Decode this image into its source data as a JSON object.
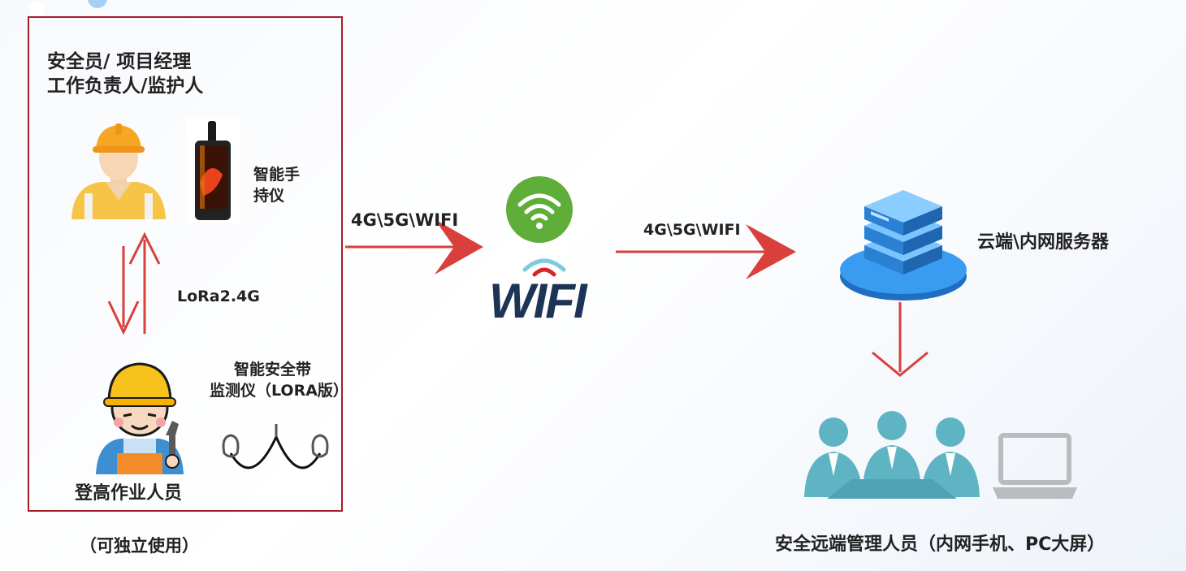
{
  "left_panel": {
    "roles_line1": "安全员/ 项目经理",
    "roles_line2": "工作负责人/监护人",
    "handheld_line1": "智能手",
    "handheld_line2": "持仪",
    "lora_link": "LoRa2.4G",
    "belt_line1": "智能安全带",
    "belt_line2": "监测仪（LORA版）",
    "worker": "登高作业人员",
    "note": "（可独立使用）"
  },
  "network": {
    "link1": "4G\\5G\\WIFI",
    "wifi_word": "WIFI",
    "link2": "4G\\5G\\WIFI"
  },
  "cloud": {
    "server": "云端\\内网服务器"
  },
  "management": {
    "label": "安全远端管理人员（内网手机、PC大屏）"
  },
  "colors": {
    "frame": "#a51e2a",
    "arrow": "#d9403c",
    "wifi_green": "#5fae3a",
    "server_blue": "#2f8fde",
    "people_teal": "#5fb4c4"
  }
}
